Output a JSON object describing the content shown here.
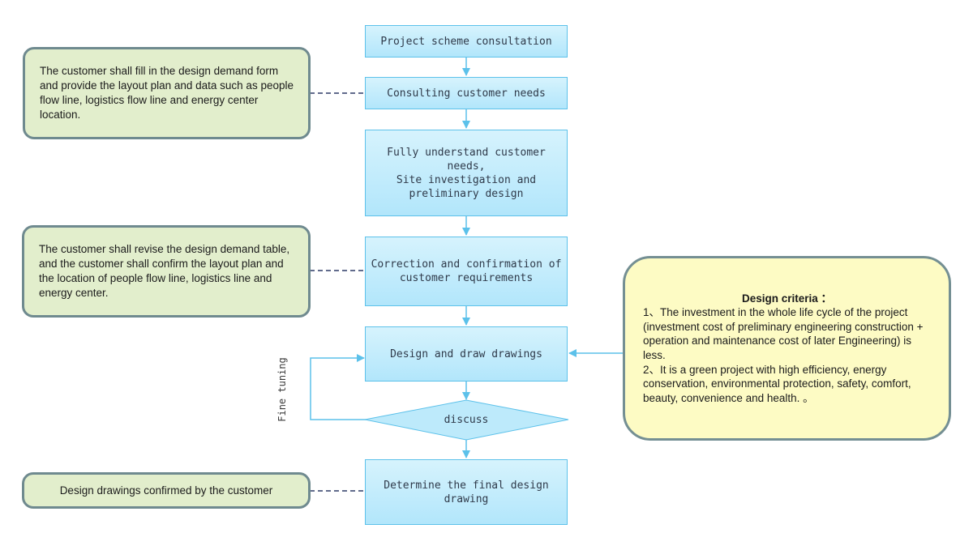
{
  "flow": {
    "step1": "Project scheme consultation",
    "step2": "Consulting customer needs",
    "step3": "Fully understand customer needs,\nSite investigation and\npreliminary design",
    "step4": "Correction and confirmation of\ncustomer requirements",
    "step5": "Design and draw drawings",
    "decision": "discuss",
    "step6": "Determine the final design\ndrawing",
    "loop_label": "Fine tuning"
  },
  "notes": {
    "note1": "The customer shall fill in the design demand form and provide the layout plan and data such as people flow line, logistics flow line and energy center location.",
    "note2": "The customer shall revise the design demand table, and the customer shall confirm the layout plan and the location of people flow line, logistics line and energy center.",
    "note3": "Design drawings confirmed by the customer"
  },
  "criteria": {
    "title": "Design criteria ：",
    "item1": "1、The investment in the whole life cycle of the project (investment cost of preliminary engineering construction + operation and maintenance cost of later Engineering) is less.",
    "item2": "2、It is a green project with high efficiency, energy conservation, environmental protection, safety, comfort, beauty, convenience and health. 。"
  },
  "colors": {
    "process_fill_top": "#d6f3fd",
    "process_fill_bottom": "#b2e6fb",
    "process_border": "#5cc1ea",
    "arrow": "#5cc1ea",
    "note_fill": "#e2eecc",
    "note_border": "#6f8a8f",
    "criteria_fill": "#fdfbc4",
    "dashed_connector": "#2d3a66"
  }
}
